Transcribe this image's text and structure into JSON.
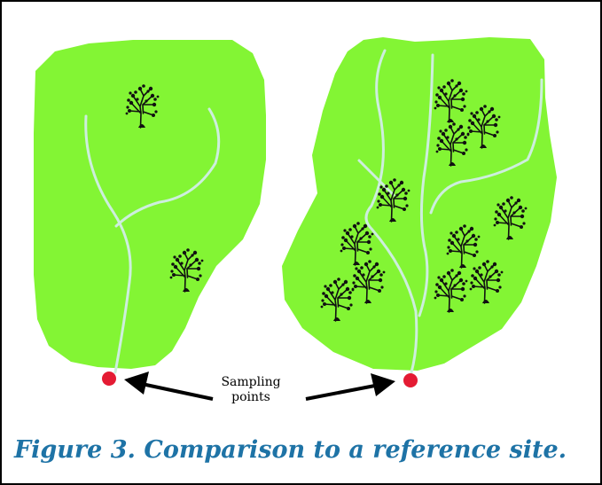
{
  "figure": {
    "caption": "Figure 3.  Comparison to a reference site.",
    "annotation_line1": "Sampling",
    "annotation_line2": "points"
  },
  "colors": {
    "watershed_fill": "#83f534",
    "stream": "#cdeedd",
    "sampling_point": "#e41b33",
    "tree": "#111111",
    "caption": "#1e73a6"
  },
  "watersheds": [
    {
      "name": "watershed-left",
      "tree_count": 2,
      "has_sampling_point": true
    },
    {
      "name": "watershed-right",
      "tree_count": 11,
      "has_sampling_point": true
    }
  ]
}
